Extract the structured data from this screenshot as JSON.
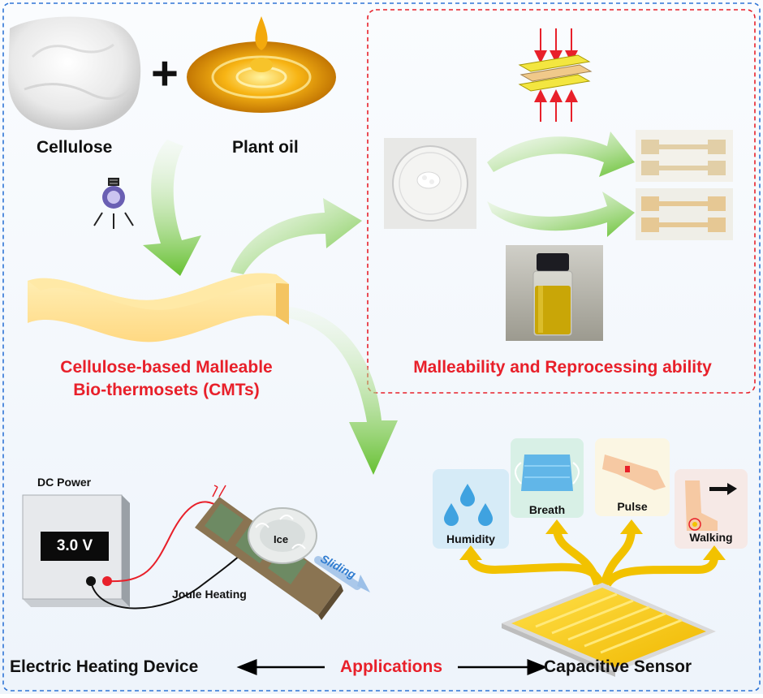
{
  "top": {
    "cellulose_label": "Cellulose",
    "plus_sign": "+",
    "plant_oil_label": "Plant oil"
  },
  "material": {
    "title_line1": "Cellulose-based Malleable",
    "title_line2": "Bio-thermosets (CMTs)"
  },
  "malleability_panel": {
    "title": "Malleability and Reprocessing ability"
  },
  "heating": {
    "dc_power_label": "DC Power",
    "voltage_display": "3.0 V",
    "joule_label": "Joule Heating",
    "ice_label": "Ice",
    "sliding_label": "Sliding"
  },
  "sensor": {
    "humidity_label": "Humidity",
    "breath_label": "Breath",
    "pulse_label": "Pulse",
    "walking_label": "Walking"
  },
  "bottom": {
    "left_label": "Electric Heating Device",
    "center_label": "Applications",
    "right_label": "Capacitive Sensor"
  },
  "colors": {
    "accent_red": "#e8202a",
    "arrow_green": "#6cc13a",
    "sensor_yellow": "#f2c200",
    "frame_blue": "#2f75d6"
  }
}
